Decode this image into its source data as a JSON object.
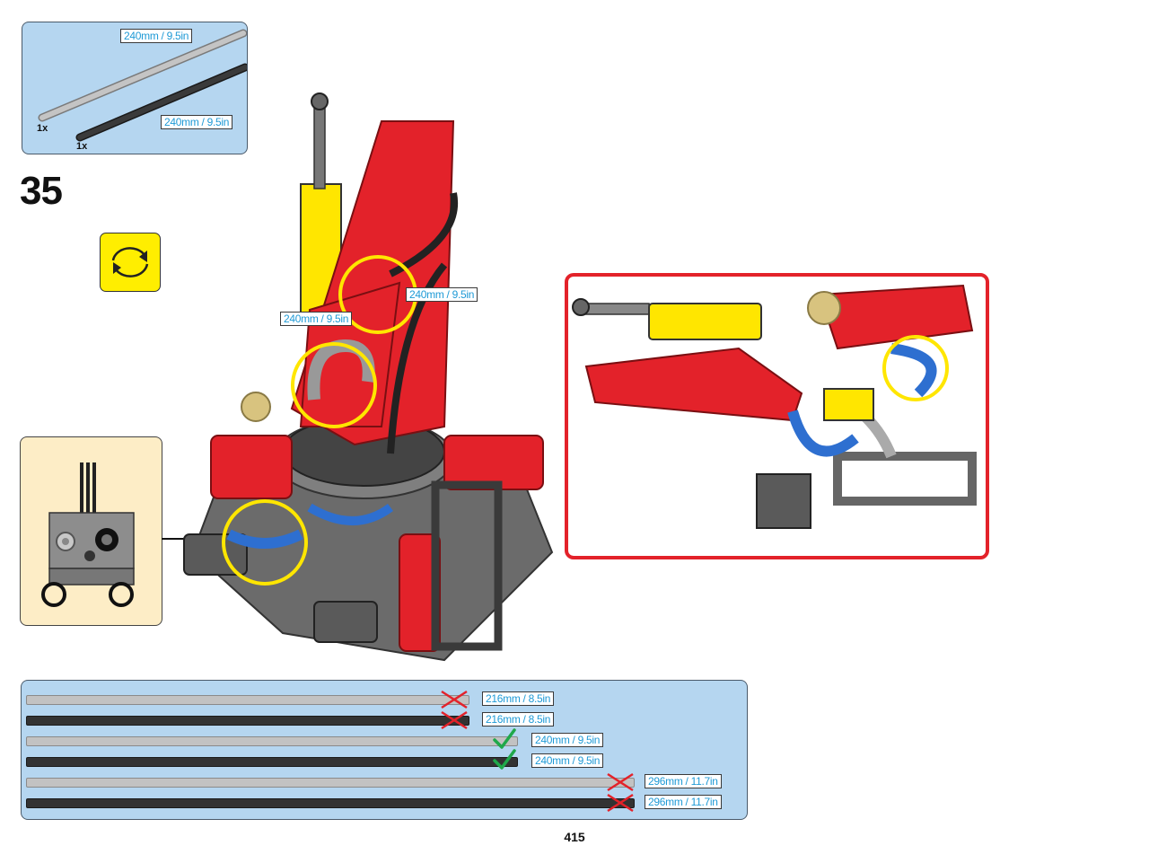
{
  "parts_callout": {
    "tubes": [
      {
        "label": "240mm / 9.5in",
        "qty": "1x",
        "color": "#c2c2c2"
      },
      {
        "label": "240mm / 9.5in",
        "qty": "1x",
        "color": "#333333"
      }
    ]
  },
  "step": {
    "number": "35"
  },
  "main_labels": [
    "240mm / 9.5in",
    "240mm / 9.5in"
  ],
  "measure_table": {
    "rows": [
      {
        "label": "216mm / 8.5in",
        "status": "wrong",
        "tube_color": "light"
      },
      {
        "label": "216mm / 8.5in",
        "status": "wrong",
        "tube_color": "dark"
      },
      {
        "label": "240mm / 9.5in",
        "status": "correct",
        "tube_color": "light"
      },
      {
        "label": "240mm / 9.5in",
        "status": "correct",
        "tube_color": "dark"
      },
      {
        "label": "296mm / 11.7in",
        "status": "wrong",
        "tube_color": "light"
      },
      {
        "label": "296mm / 11.7in",
        "status": "wrong",
        "tube_color": "dark"
      }
    ]
  },
  "page_number": "415",
  "colors": {
    "callout_blue": "#b5d6f0",
    "label_text": "#1f9ad6",
    "rotate_yellow": "#ffee00",
    "subassembly_bg": "#fdedc6",
    "inset_border": "#e3222a",
    "highlight_circle": "#ffe600",
    "lego_red": "#e3222a",
    "check_green": "#1fa84a",
    "cross_red": "#e3222a"
  },
  "icons": [
    "rotate-model-icon",
    "check-icon",
    "cross-icon",
    "arrow-right-icon"
  ]
}
